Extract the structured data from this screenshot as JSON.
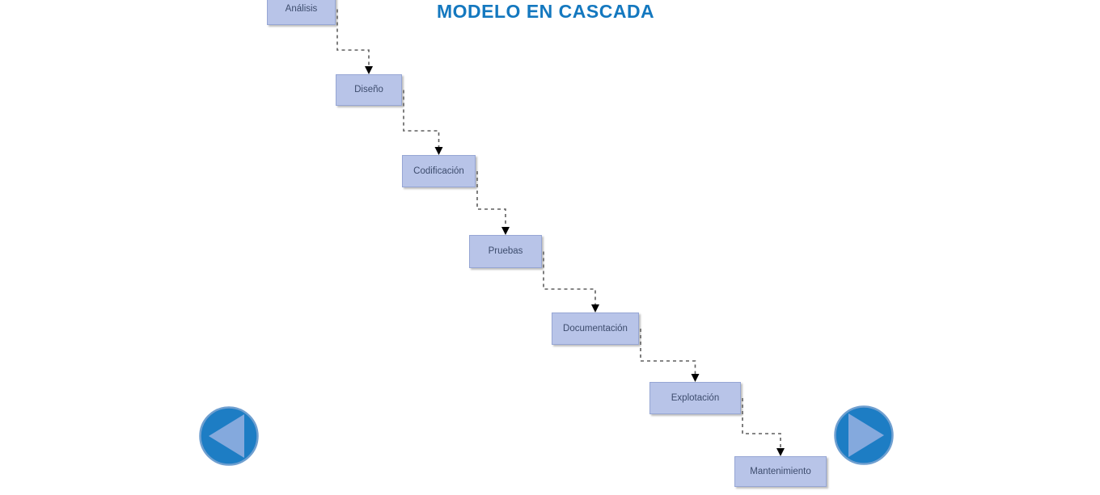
{
  "title": {
    "text": "MODELO EN CASCADA"
  },
  "diagram": {
    "name": "waterfall-model",
    "stages": [
      {
        "label": "Análisis"
      },
      {
        "label": "Diseño"
      },
      {
        "label": "Codificación"
      },
      {
        "label": "Pruebas"
      },
      {
        "label": "Documentación"
      },
      {
        "label": "Explotación"
      },
      {
        "label": "Mantenimiento"
      }
    ],
    "connector_style": "dashed-elbow-with-arrow"
  },
  "nav": {
    "prev_icon": "previous-arrow",
    "next_icon": "next-arrow"
  },
  "colors": {
    "title": "#1478bf",
    "box_fill": "#b8c4e8",
    "box_border": "#96a6d4",
    "box_text": "#3d4c6d",
    "connector": "#5f5f5f",
    "arrowhead": "#000000",
    "button_fill": "#1d7dc4",
    "button_ring": "#6f9fd0",
    "button_triangle": "#84a9dd",
    "background": "#ffffff"
  }
}
